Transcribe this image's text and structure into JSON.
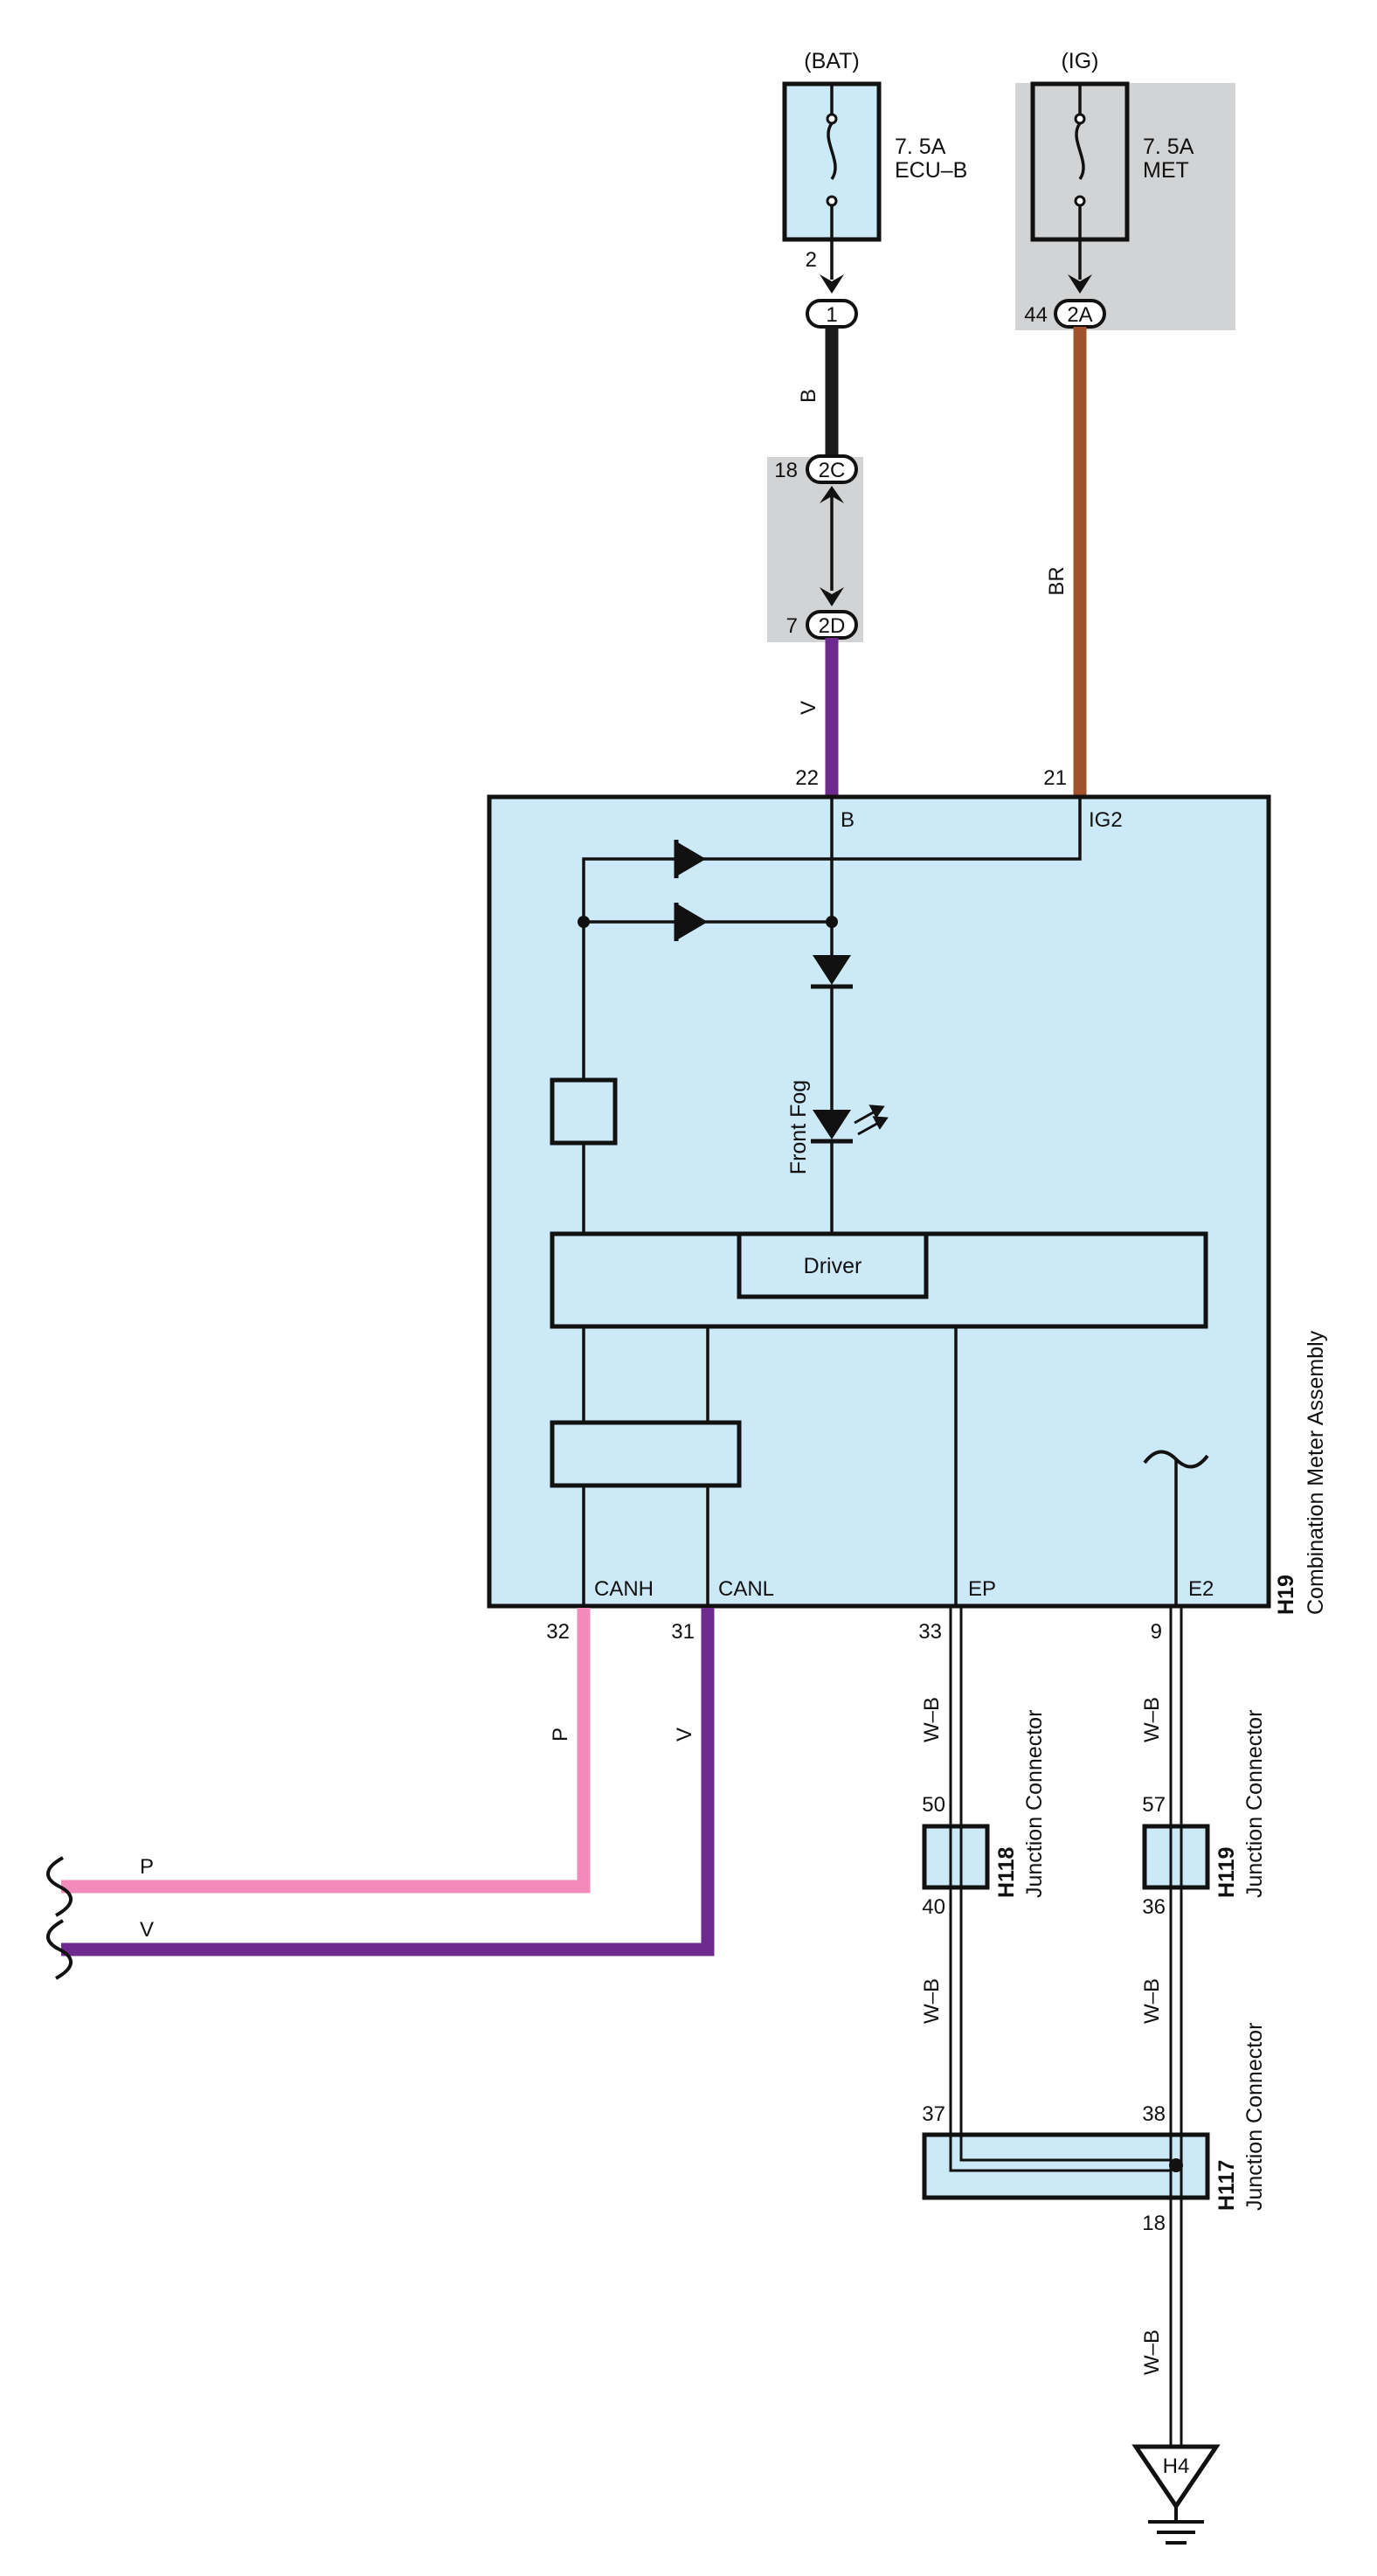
{
  "fuses": {
    "bat": {
      "source": "(BAT)",
      "rating": "7. 5A",
      "name": "ECU–B",
      "pin_in": "2",
      "conn_pin": "1"
    },
    "ig": {
      "source": "(IG)",
      "rating": "7. 5A",
      "name": "MET",
      "pin_in": "44",
      "conn_pin": "2A"
    }
  },
  "junction_block": {
    "upper": {
      "pin": "18",
      "label": "2C"
    },
    "lower": {
      "pin": "7",
      "label": "2D"
    }
  },
  "wires": {
    "b_wire": "B",
    "v_top": "V",
    "br": "BR",
    "p": "P",
    "v_can": "V",
    "p_out": "P",
    "v_out": "V",
    "wb_33": "W–B",
    "wb_9": "W–B",
    "wb_40": "W–B",
    "wb_36": "W–B",
    "wb_18": "W–B"
  },
  "colors": {
    "module_fill": "#cce9f8",
    "gray_block": "#d2d3d5",
    "wire_black": "#1a1a1a",
    "wire_violet": "#6e2a8e",
    "wire_brown": "#a0522d",
    "wire_pink": "#f28bbb"
  },
  "meter": {
    "code": "H19",
    "name": "Combination Meter Assembly",
    "pin_B": "22",
    "term_B": "B",
    "pin_IG2": "21",
    "term_IG2": "IG2",
    "fog_label": "Front Fog",
    "driver_label": "Driver",
    "canh_pin": "32",
    "canh": "CANH",
    "canl_pin": "31",
    "canl": "CANL",
    "ep_pin": "33",
    "ep": "EP",
    "e2_pin": "9",
    "e2": "E2"
  },
  "junctions": {
    "h118": {
      "code": "H118",
      "name": "Junction Connector",
      "pin_top": "50",
      "pin_bottom": "40"
    },
    "h119": {
      "code": "H119",
      "name": "Junction Connector",
      "pin_top": "57",
      "pin_bottom": "36"
    },
    "h117": {
      "code": "H117",
      "name": "Junction Connector",
      "pin_left": "37",
      "pin_right": "38",
      "pin_bottom": "18"
    }
  },
  "ground": {
    "label": "H4"
  },
  "icons": [
    "fuse-icon",
    "diode-icon",
    "led-icon",
    "ground-icon",
    "wave-break-icon",
    "noise-filter-icon"
  ]
}
